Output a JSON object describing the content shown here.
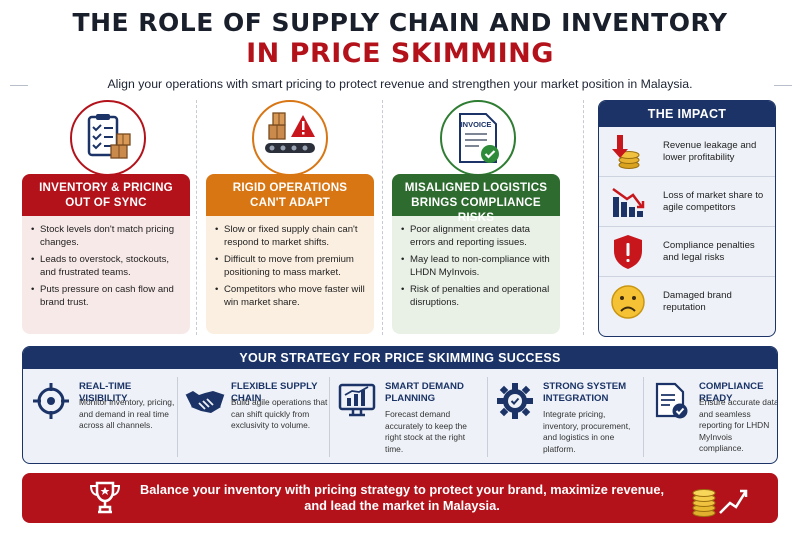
{
  "header": {
    "title_line1": "THE ROLE OF SUPPLY CHAIN AND INVENTORY",
    "title_line2": "IN PRICE SKIMMING",
    "subtitle": "Align your operations with smart pricing to protect revenue and strengthen your market position in Malaysia."
  },
  "colors": {
    "red": "#b3121b",
    "orange": "#d87614",
    "green": "#2e6b2f",
    "navy": "#1b3366"
  },
  "problems": [
    {
      "icon": "clipboard-boxes-icon",
      "title_line1": "INVENTORY & PRICING",
      "title_line2": "OUT OF SYNC",
      "bullets": [
        "Stock levels don't match pricing changes.",
        "Leads to overstock, stockouts, and frustrated teams.",
        "Puts pressure on cash flow and brand trust."
      ]
    },
    {
      "icon": "conveyor-warning-icon",
      "title_line1": "RIGID OPERATIONS",
      "title_line2": "CAN'T ADAPT",
      "bullets": [
        "Slow or fixed supply chain can't respond to market shifts.",
        "Difficult to move from premium positioning to mass market.",
        "Competitors who move faster will win market share."
      ]
    },
    {
      "icon": "invoice-check-icon",
      "icon_label": "INVOICE",
      "title_line1": "MISALIGNED LOGISTICS",
      "title_line2": "BRINGS COMPLIANCE RISKS",
      "bullets": [
        "Poor alignment creates data errors and reporting issues.",
        "May lead to non-compliance with LHDN MyInvois.",
        "Risk of penalties and operational disruptions."
      ]
    }
  ],
  "impact": {
    "title": "THE IMPACT",
    "items": [
      {
        "icon": "coins-down-arrow-icon",
        "text": "Revenue leakage and lower profitability"
      },
      {
        "icon": "declining-bar-chart-icon",
        "text": "Loss of market share to agile competitors"
      },
      {
        "icon": "warning-shield-icon",
        "text": "Compliance penalties and legal risks"
      },
      {
        "icon": "sad-face-icon",
        "text": "Damaged brand reputation"
      }
    ]
  },
  "strategy": {
    "title": "YOUR STRATEGY FOR PRICE SKIMMING SUCCESS",
    "items": [
      {
        "icon": "target-crosshair-icon",
        "title": "REAL-TIME VISIBILITY",
        "desc": "Monitor inventory, pricing, and demand in real time across all channels."
      },
      {
        "icon": "handshake-icon",
        "title": "FLEXIBLE SUPPLY CHAIN",
        "desc": "Build agile operations that can shift quickly from exclusivity to volume."
      },
      {
        "icon": "monitor-chart-icon",
        "title": "SMART DEMAND PLANNING",
        "desc": "Forecast demand accurately to keep the right stock at the right time."
      },
      {
        "icon": "gear-check-icon",
        "title": "STRONG SYSTEM INTEGRATION",
        "desc": "Integrate pricing, inventory, procurement, and logistics in one platform."
      },
      {
        "icon": "document-check-icon",
        "title": "COMPLIANCE READY",
        "desc": "Ensure accurate data and seamless reporting for LHDN MyInvois compliance."
      }
    ]
  },
  "banner": {
    "text_line1": "Balance your inventory with pricing strategy to protect your brand, maximize revenue,",
    "text_line2": "and lead the market in Malaysia.",
    "left_icon": "trophy-icon",
    "right_icon": "coins-growth-icon"
  }
}
